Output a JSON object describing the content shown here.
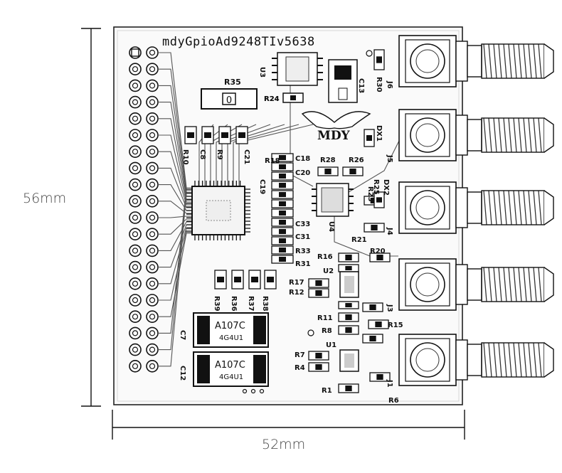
{
  "dimensions": {
    "height": "56mm",
    "width": "52mm"
  },
  "board": {
    "title": "mdyGpioAd9248TIv5638",
    "logo": "MDY",
    "ic_marking": "A107C",
    "ic_marking_sub": "4G4U1",
    "big_resistor_label": "R35",
    "big_resistor_value": "0",
    "components": {
      "U3": "U3",
      "R24": "R24",
      "C13": "C13",
      "R30": "R30",
      "LED1": "DX1",
      "R18": "R18",
      "R28": "R28",
      "R26": "R26",
      "C18": "C18",
      "C20": "C20",
      "C19": "C19",
      "C33": "C33",
      "C31": "C31",
      "R33": "R33",
      "R31": "R31",
      "R23": "R23",
      "R25": "R25",
      "DX2": "DX2",
      "U4": "U4",
      "R21": "R21",
      "R20": "R20",
      "R16": "R16",
      "U2": "U2",
      "R17": "R17",
      "R12": "R12",
      "R11": "R11",
      "R8": "R8",
      "R15": "R15",
      "U1": "U1",
      "R7": "R7",
      "R4": "R4",
      "R1": "R1",
      "R6": "R6",
      "C7": "C7",
      "C12": "C12",
      "R10": "R10",
      "C8": "C8",
      "C21": "C21",
      "R9": "R9",
      "R39": "R39",
      "R36": "R36",
      "R37": "R37",
      "R38": "R38",
      "J1": "J1",
      "J3": "J3",
      "J4": "J4",
      "J5": "J5",
      "J6": "J6"
    }
  }
}
